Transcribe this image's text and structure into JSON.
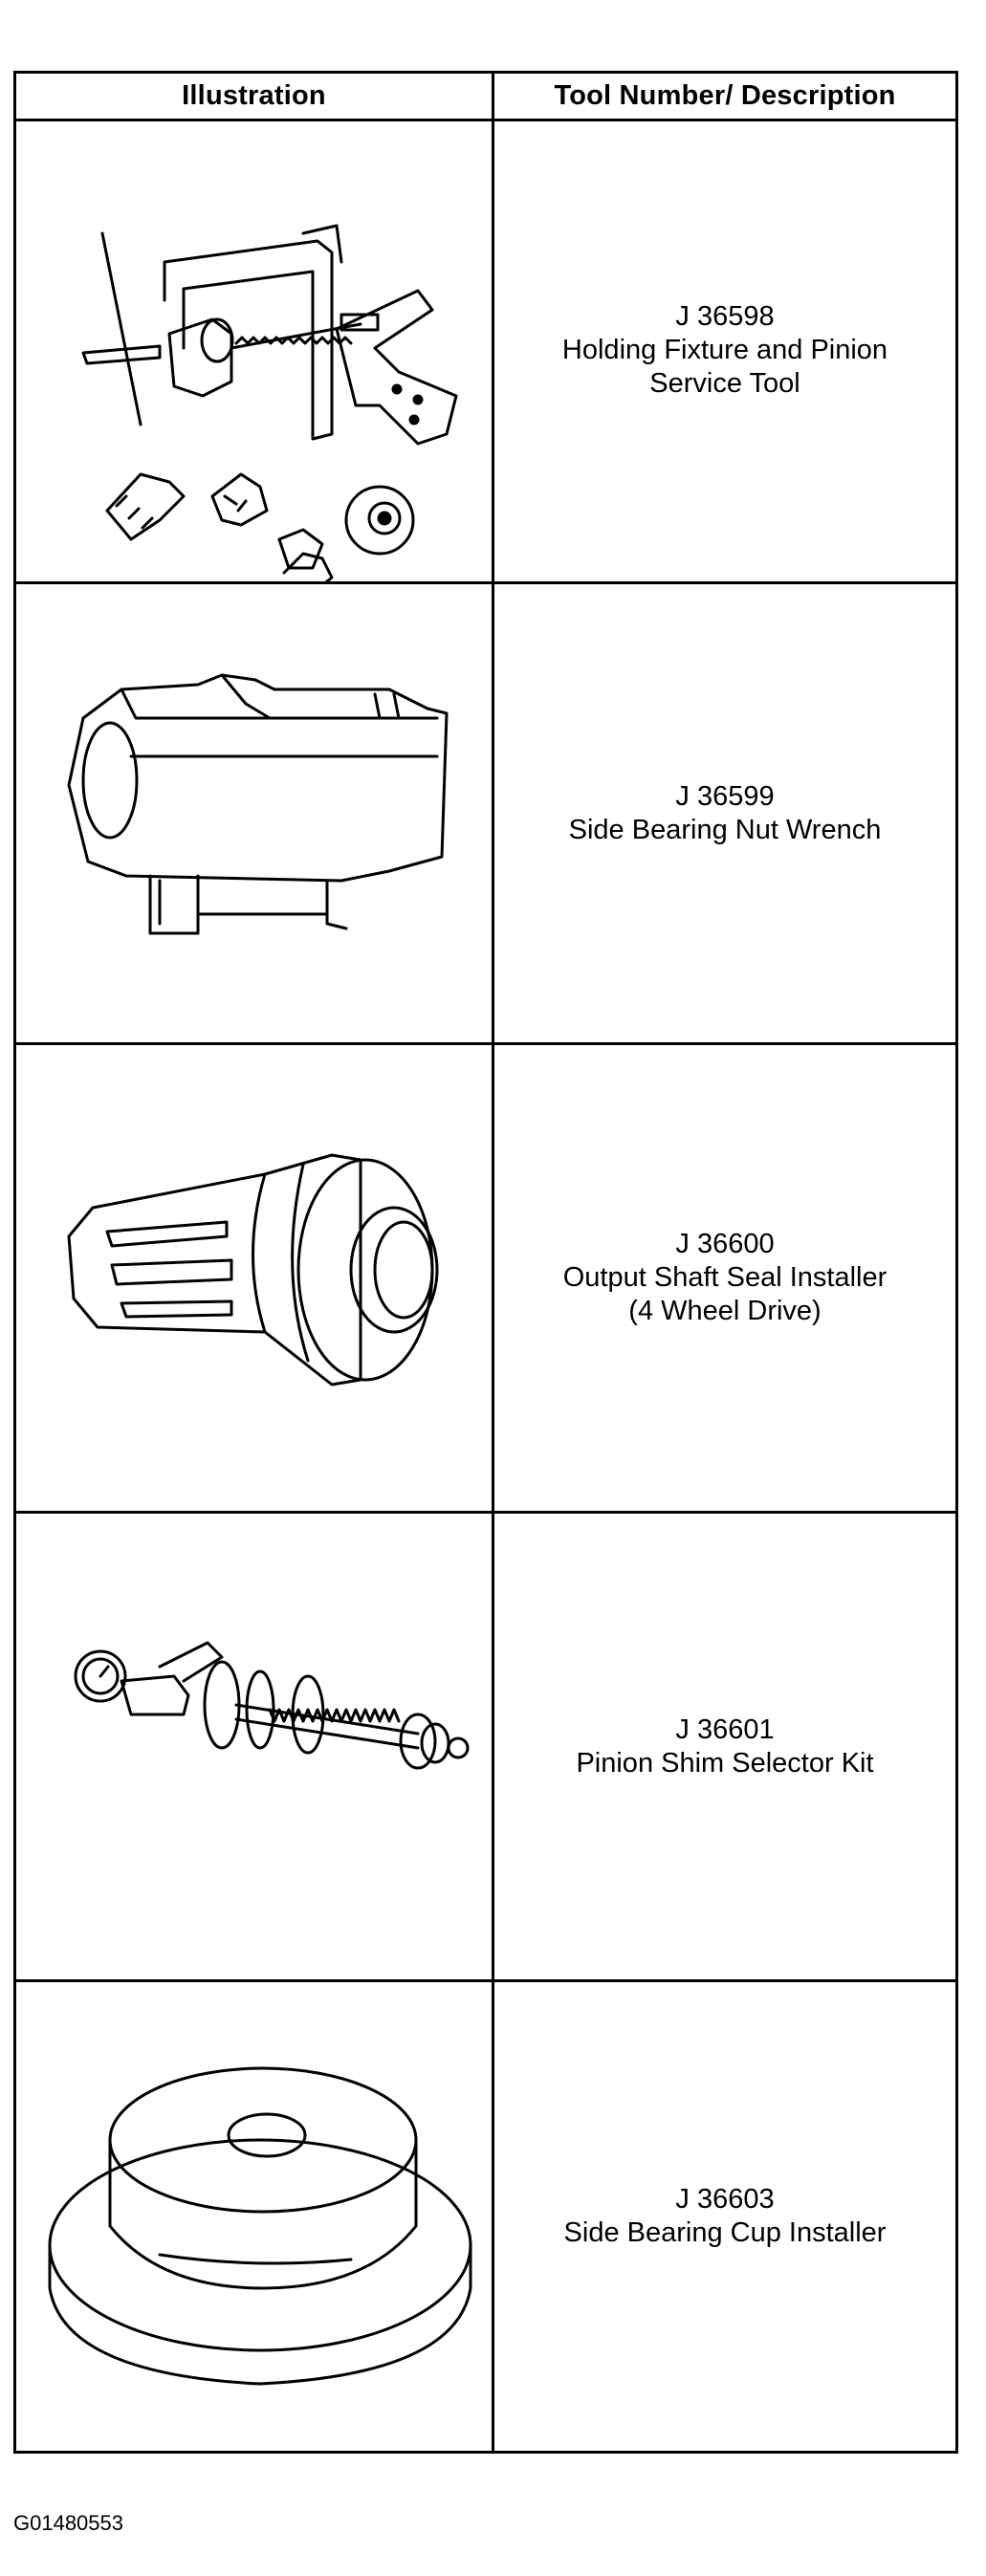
{
  "table": {
    "headers": {
      "illustration": "Illustration",
      "tool": "Tool Number/ Description"
    },
    "rows": [
      {
        "number": "J 36598",
        "lines": [
          "Holding Fixture and Pinion",
          "Service Tool"
        ],
        "icon": "holding-fixture-illustration"
      },
      {
        "number": "J 36599",
        "lines": [
          "Side Bearing Nut Wrench"
        ],
        "icon": "nut-wrench-illustration"
      },
      {
        "number": "J 36600",
        "lines": [
          "Output Shaft Seal Installer",
          "(4 Wheel Drive)"
        ],
        "icon": "seal-installer-illustration"
      },
      {
        "number": "J 36601",
        "lines": [
          "Pinion Shim Selector Kit"
        ],
        "icon": "shim-selector-illustration"
      },
      {
        "number": "J 36603",
        "lines": [
          "Side Bearing Cup Installer"
        ],
        "icon": "cup-installer-illustration"
      }
    ]
  },
  "caption": "G01480553"
}
